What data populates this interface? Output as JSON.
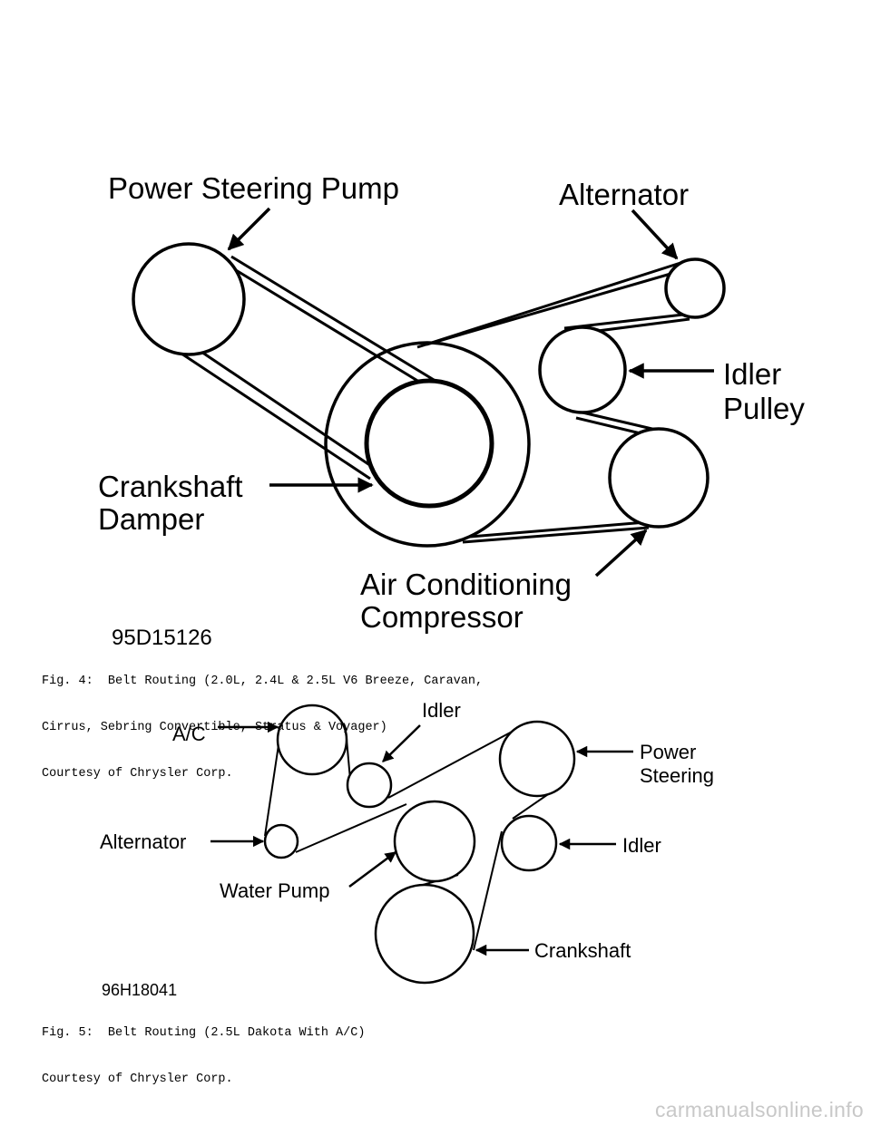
{
  "figure1": {
    "labels": {
      "power_steering_pump": "Power Steering Pump",
      "alternator": "Alternator",
      "idler_line1": "Idler",
      "idler_line2": "Pulley",
      "crankshaft_line1": "Crankshaft",
      "crankshaft_line2": "Damper",
      "ac_line1": "Air Conditioning",
      "ac_line2": "Compressor"
    },
    "code": "95D15126",
    "caption": {
      "line1": "Fig. 4:  Belt Routing (2.0L, 2.4L & 2.5L V6 Breeze, Caravan,",
      "line2": "Cirrus, Sebring Convertible, Stratus & Voyager)",
      "line3": "Courtesy of Chrysler Corp."
    }
  },
  "figure2": {
    "labels": {
      "ac": "A/C",
      "idler_top": "Idler",
      "power_line1": "Power",
      "power_line2": "Steering",
      "alternator": "Alternator",
      "idler_right": "Idler",
      "water_pump": "Water Pump",
      "crankshaft": "Crankshaft"
    },
    "code": "96H18041",
    "caption": {
      "line1": "Fig. 5:  Belt Routing (2.5L Dakota With A/C)",
      "line2": "Courtesy of Chrysler Corp."
    }
  },
  "watermark": "carmanualsonline.info"
}
